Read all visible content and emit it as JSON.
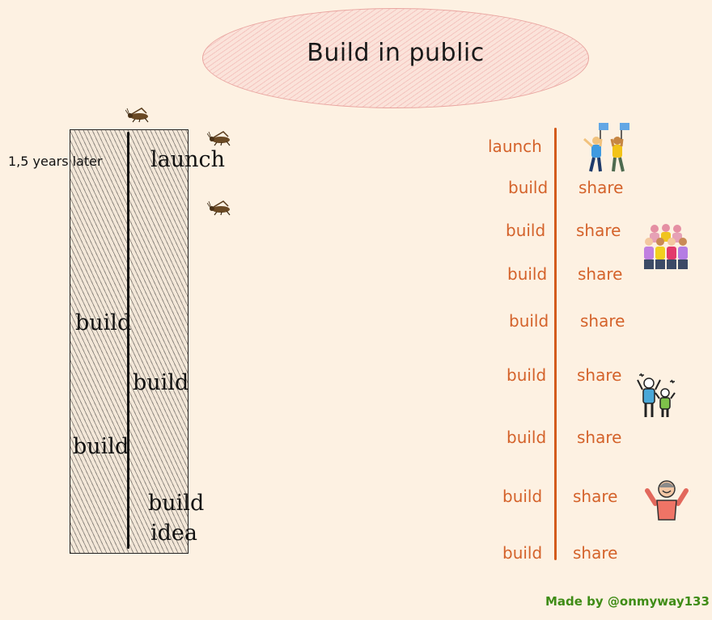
{
  "title": "Build in public",
  "left_diagram": {
    "time_note": "1,5 years later",
    "launch": "launch",
    "build_a": "build",
    "build_b": "build",
    "build_c": "build",
    "build_d": "build",
    "idea": "idea"
  },
  "right_timeline": {
    "launch": "launch",
    "rows": [
      {
        "build": "build",
        "share": "share"
      },
      {
        "build": "build",
        "share": "share"
      },
      {
        "build": "build",
        "share": "share"
      },
      {
        "build": "build",
        "share": "share"
      },
      {
        "build": "build",
        "share": "share"
      },
      {
        "build": "build",
        "share": "share"
      },
      {
        "build": "build",
        "share": "share"
      },
      {
        "build": "build",
        "share": "share"
      }
    ]
  },
  "credit": "Made by @onmyway133",
  "colors": {
    "background": "#fdf1e2",
    "timeline": "#d35b1c",
    "text_orange": "#d4622a",
    "credit_green": "#3f8c16",
    "ellipse_fill": "#fbe3da"
  },
  "icons": [
    "cricket-icon",
    "cheering-people-icon",
    "crowd-icon",
    "celebrating-friends-icon",
    "happy-person-icon"
  ]
}
